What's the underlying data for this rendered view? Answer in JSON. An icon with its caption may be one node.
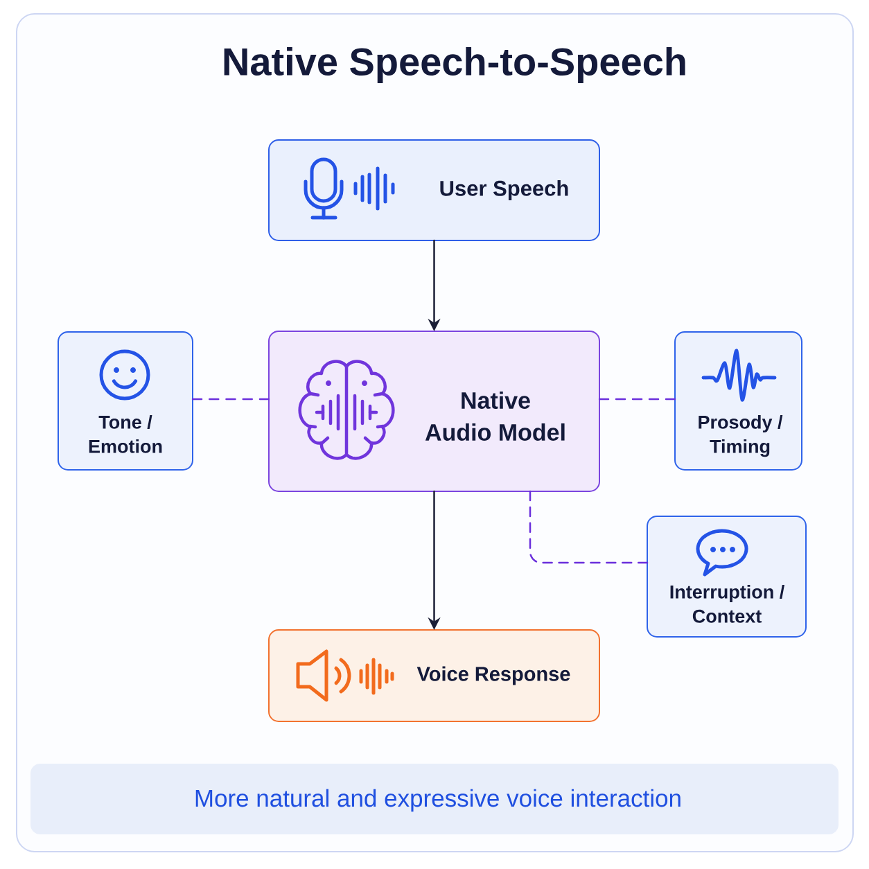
{
  "diagram": {
    "title": "Native Speech-to-Speech",
    "nodes": [
      {
        "text": [
          "User Speech"
        ]
      },
      {
        "text": [
          "Tone / Emotion"
        ]
      },
      {
        "text": [
          "Native Audio Model"
        ]
      },
      {
        "text": [
          "Prosody / Timing"
        ]
      },
      {
        "text": [
          "Interruption / Context"
        ]
      },
      {
        "text": [
          "Voice Response"
        ]
      },
      {
        "text": [
          "More natural and expressive voice interaction"
        ]
      }
    ],
    "edges": [
      {
        "from": 0,
        "to": 2,
        "arrow": "to",
        "color": "#1b1e36"
      },
      {
        "from": 1,
        "to": 2,
        "arrow": "none",
        "style": "dashed",
        "color": "#6a2fdc"
      },
      {
        "from": 2,
        "to": 3,
        "arrow": "none",
        "style": "dashed",
        "color": "#6a2fdc"
      },
      {
        "from": 2,
        "to": 4,
        "arrow": "none",
        "style": "dashed",
        "color": "#6a2fdc"
      },
      {
        "from": 2,
        "to": 5,
        "arrow": "to",
        "color": "#1b1e36"
      }
    ]
  }
}
